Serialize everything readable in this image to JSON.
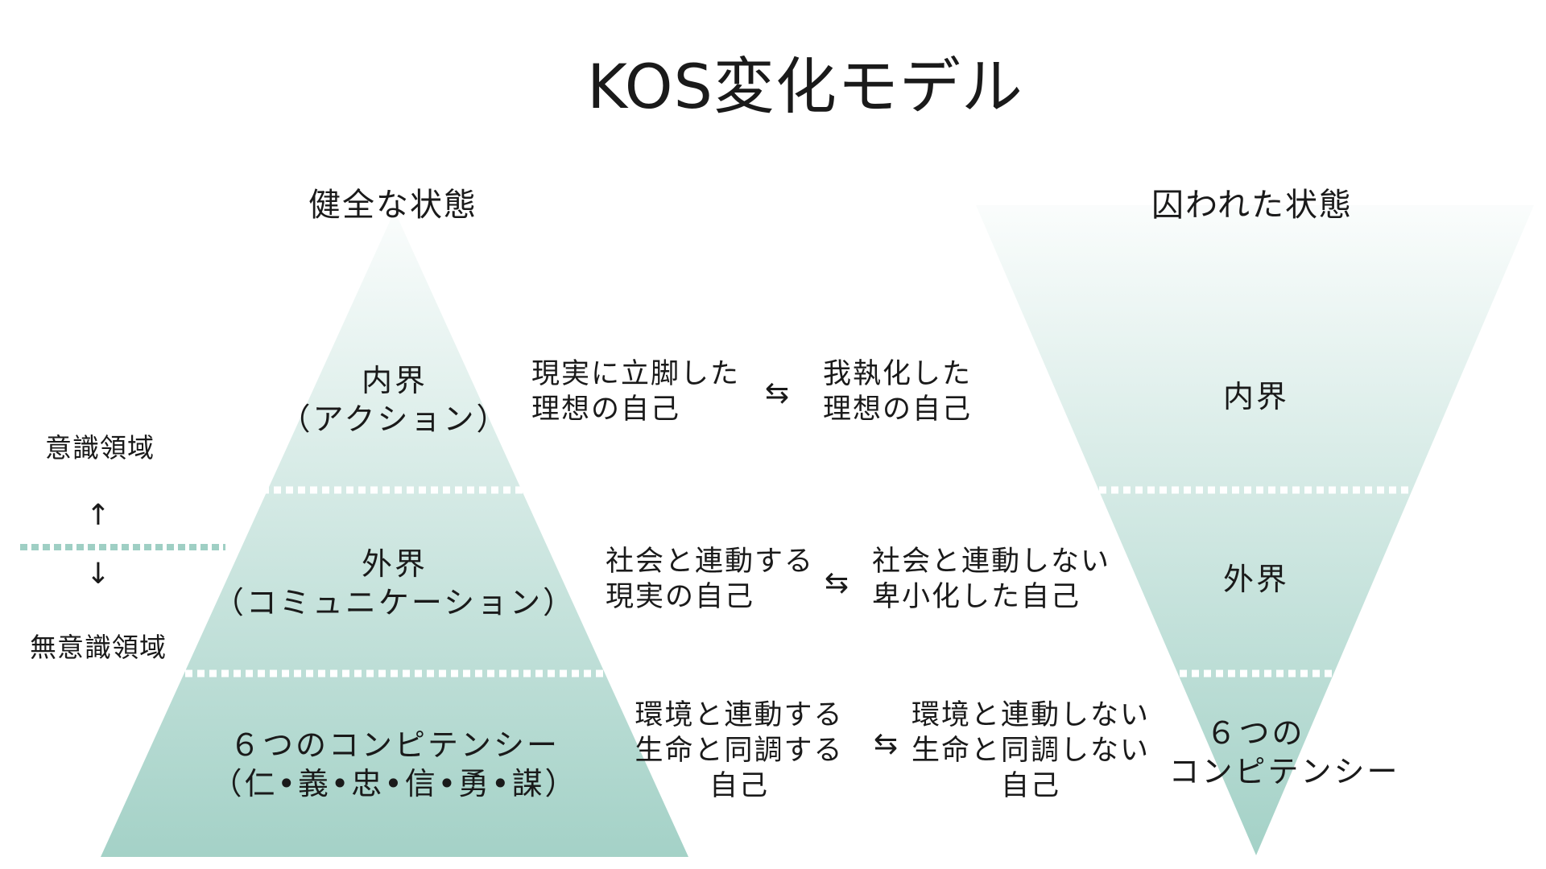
{
  "title": "KOS変化モデル",
  "colors": {
    "accent": "#9fcfc4",
    "text": "#1a1a1a",
    "background": "#ffffff"
  },
  "healthy": {
    "heading": "健全な状態",
    "layers": [
      {
        "line1": "内界",
        "line2": "（アクション）"
      },
      {
        "line1": "外界",
        "line2": "（コミュニケーション）"
      },
      {
        "line1": "６つのコンピテンシー",
        "line2": "（仁•義•忠•信•勇•謀）"
      }
    ]
  },
  "trapped": {
    "heading": "囚われた状態",
    "layers": [
      {
        "line1": "内界",
        "line2": ""
      },
      {
        "line1": "外界",
        "line2": ""
      },
      {
        "line1": "６つの",
        "line2": "コンピテンシー"
      }
    ]
  },
  "pairs": [
    {
      "left": [
        "現実に立脚した",
        "理想の自己"
      ],
      "arrow": "⇆",
      "right": [
        "我執化した",
        "理想の自己"
      ]
    },
    {
      "left": [
        "社会と連動する",
        "現実の自己"
      ],
      "arrow": "⇆",
      "right": [
        "社会と連動しない",
        "卑小化した自己"
      ]
    },
    {
      "left": [
        "環境と連動する",
        "生命と同調する",
        "自己"
      ],
      "arrow": "⇆",
      "right": [
        "環境と連動しない",
        "生命と同調しない",
        "自己"
      ]
    }
  ],
  "awareness": {
    "conscious": "意識領域",
    "up_arrow": "↑",
    "down_arrow": "↓",
    "unconscious": "無意識領域"
  }
}
